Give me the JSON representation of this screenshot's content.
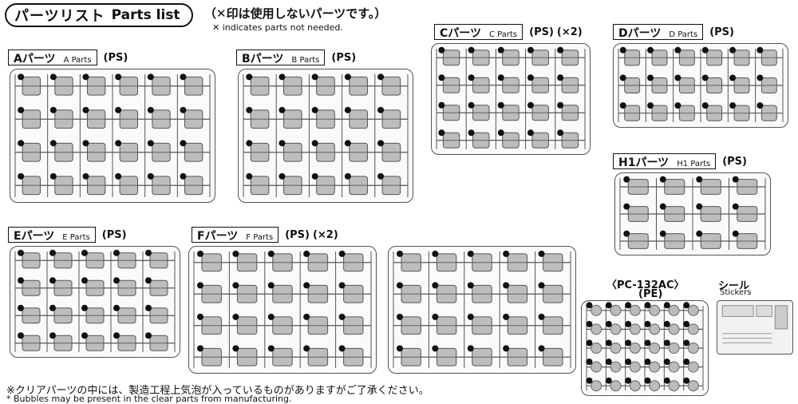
{
  "header": {
    "title_jp": "パーツリスト",
    "title_en": "Parts list",
    "note_jp": "（✕印は使用しないパーツです。）",
    "note_en": "✕ indicates parts not needed."
  },
  "runners": {
    "A": {
      "label_jp": "Aパーツ",
      "label_en": "A Parts",
      "material": "(PS)",
      "multiplier": ""
    },
    "B": {
      "label_jp": "Bパーツ",
      "label_en": "B Parts",
      "material": "(PS)",
      "multiplier": ""
    },
    "C": {
      "label_jp": "Cパーツ",
      "label_en": "C Parts",
      "material": "(PS)",
      "multiplier": "(×2)"
    },
    "D": {
      "label_jp": "Dパーツ",
      "label_en": "D Parts",
      "material": "(PS)",
      "multiplier": ""
    },
    "H1": {
      "label_jp": "H1パーツ",
      "label_en": "H1 Parts",
      "material": "(PS)",
      "multiplier": ""
    },
    "E": {
      "label_jp": "Eパーツ",
      "label_en": "E Parts",
      "material": "(PS)",
      "multiplier": ""
    },
    "F": {
      "label_jp": "Fパーツ",
      "label_en": "F Parts",
      "material": "(PS)",
      "multiplier": "(×2)"
    }
  },
  "pc": {
    "title": "〈PC-132AC〉",
    "material": "(PE)"
  },
  "stickers": {
    "title_jp": "シール",
    "title_en": "Stickers"
  },
  "footer": {
    "note_jp": "※クリアパーツの中には、製造工程上気泡が入っているものがありますがご了承ください。",
    "note_en": "* Bubbles may be present in the clear parts from manufacturing."
  },
  "colors": {
    "ink": "#111111",
    "runner": "#555555",
    "part": "#8a8a8a"
  }
}
